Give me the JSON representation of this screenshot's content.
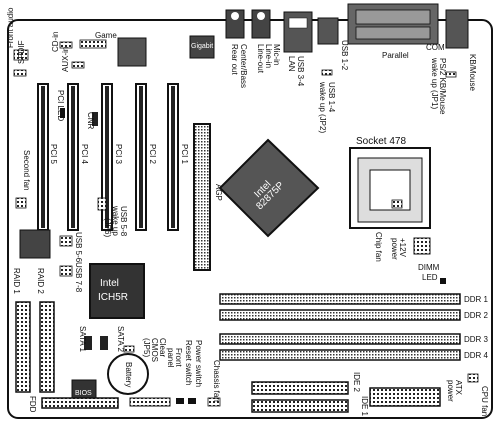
{
  "board": {
    "labels": {
      "front_audio": "Front audio",
      "spdif": "SPDIF",
      "cd_in": "CD-in",
      "aux_in": "AUX-in",
      "game": "Game",
      "gigabit": "Gigabit",
      "pci_led": "PCI LED",
      "pci5": "PCI 5",
      "pci4": "PCI 4",
      "pci3": "PCI 3",
      "pci2": "PCI 2",
      "pci1": "PCI 1",
      "cnr": "CNR",
      "second_fan": "Second fan",
      "usb56": "USB 5-6",
      "usb78": "USB 7-8",
      "usb58_wake": "USB 5-8",
      "usb58_wake2": "wake up",
      "usb58_wake3": "(JP6)",
      "rear_out": "Rear out",
      "center_bass": "Center/Bass",
      "line_out": "Line-out",
      "line_in": "Line-in",
      "mic_in": "Mic-in",
      "usb34": "USB 3-4",
      "lan": "LAN",
      "usb12": "USB 1-2",
      "usb14_wake": "USB 1-4",
      "usb14_wake2": "wake up (JP2)",
      "parallel": "Parallel",
      "com": "COM",
      "kb_mouse": "KB/Mouse",
      "ps2_wake": "PS/2 KB/Mouse",
      "ps2_wake2": "wake up (JP1)",
      "socket": "Socket 478",
      "chip_fan": "Chip fan",
      "agp": "AGP",
      "intel_mch1": "Intel",
      "intel_mch2": "82875P",
      "power12v": "+12V",
      "power12v2": "power",
      "dimm_led": "DIMM",
      "dimm_led2": "LED",
      "ddr1": "DDR 1",
      "ddr2": "DDR 2",
      "ddr3": "DDR 3",
      "ddr4": "DDR 4",
      "intel_ich1": "Intel",
      "intel_ich2": "ICH5R",
      "raid1": "RAID 1",
      "raid2": "RAID 2",
      "sata1": "SATA 1",
      "sata2": "SATA 2",
      "clear_cmos": "Clear",
      "clear_cmos2": "CMOS",
      "clear_cmos3": "(JP5)",
      "battery": "Battery",
      "bios": "BIOS",
      "front_panel": "Front",
      "front_panel2": "panel",
      "reset_switch": "Reset switch",
      "power_switch": "Power switch",
      "chassis_fan": "Chassis fan",
      "ide2": "IDE 2",
      "ide1": "IDE 1",
      "atx_power": "ATX",
      "atx_power2": "power",
      "cpu_fan": "CPU fan",
      "fdd": "FDD"
    }
  }
}
